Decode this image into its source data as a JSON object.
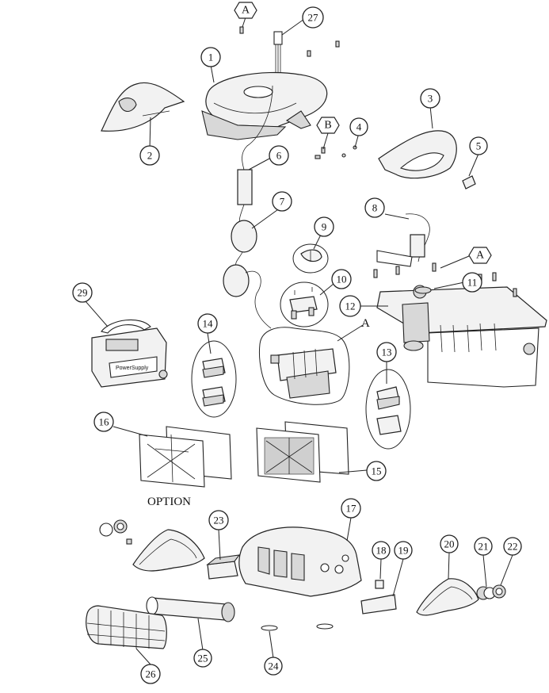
{
  "callouts": [
    "1",
    "2",
    "3",
    "4",
    "5",
    "6",
    "7",
    "8",
    "9",
    "10",
    "11",
    "12",
    "13",
    "14",
    "15",
    "16",
    "17",
    "18",
    "19",
    "20",
    "21",
    "22",
    "23",
    "24",
    "25",
    "26",
    "27",
    "29"
  ],
  "markers": {
    "a": "A",
    "b": "B"
  },
  "group_label": "A",
  "option_label": "OPTION",
  "power_supply_brand": "PowerSupply"
}
